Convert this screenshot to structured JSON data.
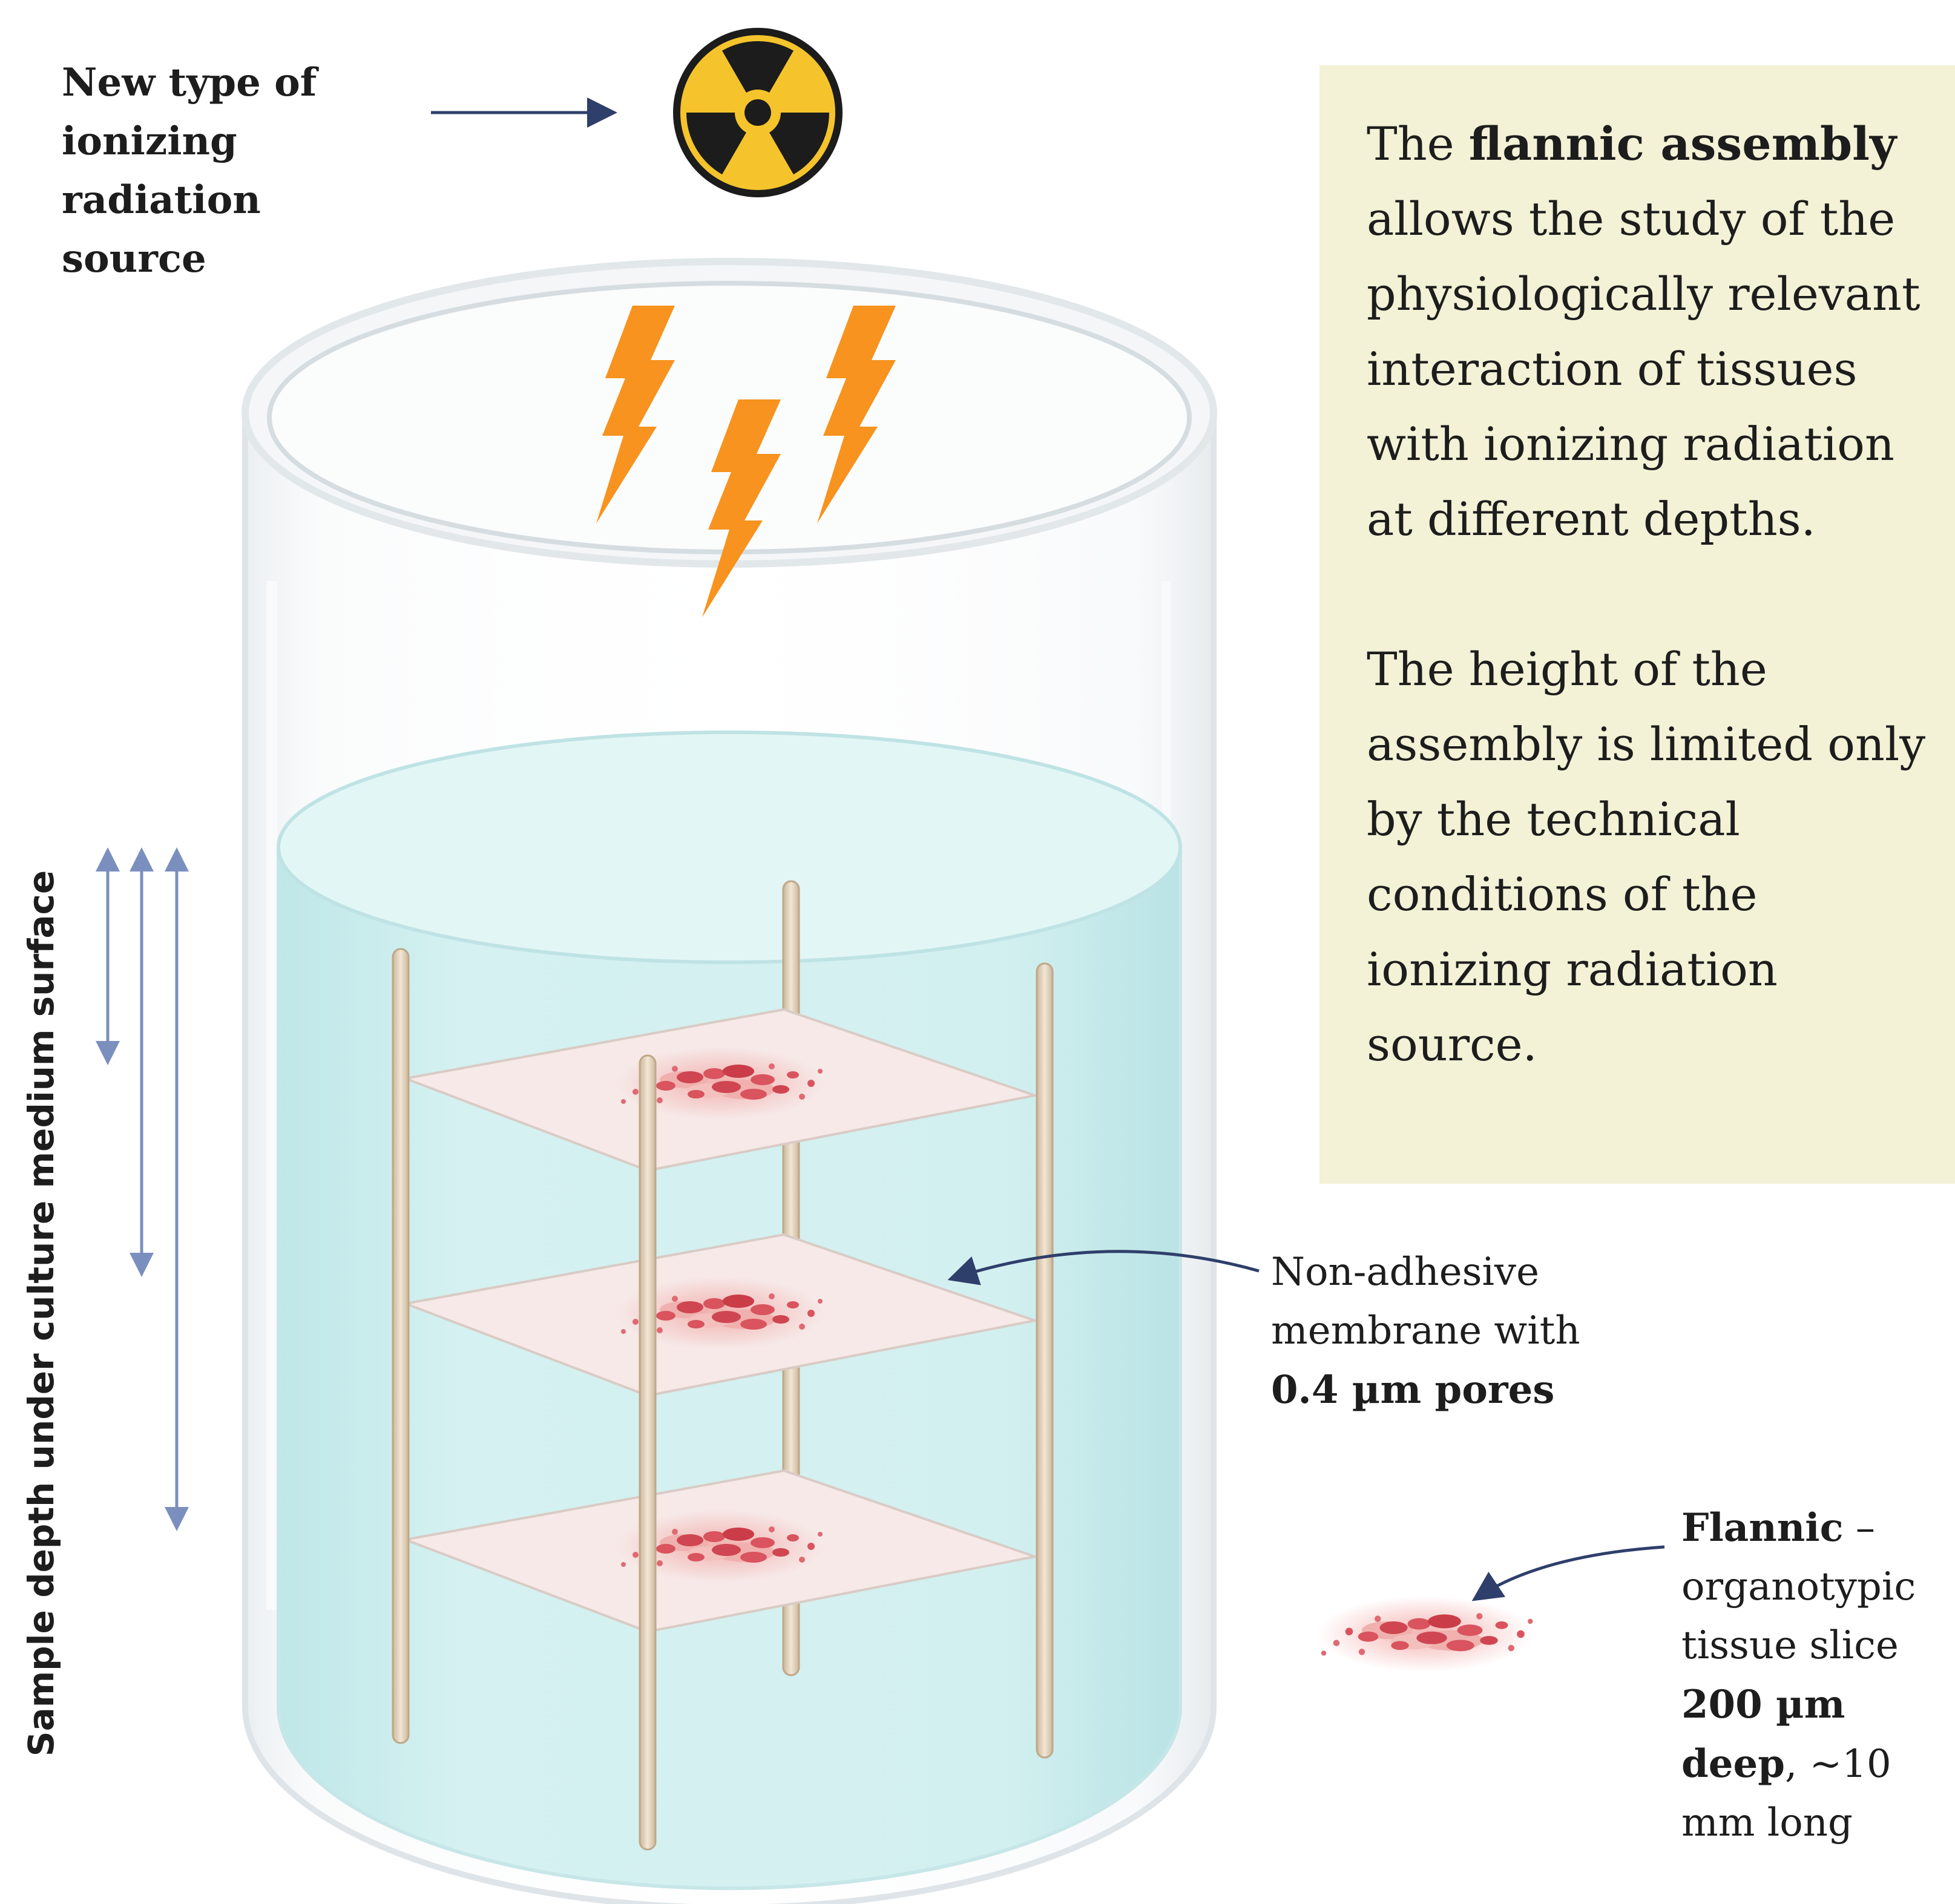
{
  "source": {
    "label_lines": [
      "New type of",
      "ionizing radiation",
      "source"
    ],
    "icon": "radiation-symbol-icon",
    "colors": {
      "symbol_fill": "#f5c42c",
      "symbol_dark": "#1c1c1c"
    }
  },
  "radiation_bolts": {
    "icon": "lightning-bolt-icon",
    "color": "#f7931e",
    "count": 3
  },
  "info_box": {
    "paragraph1": {
      "before": "The ",
      "bold": "flannic assembly",
      "after": " allows the study of the physiologically relevant interaction of tissues with ionizing radiation at different depths."
    },
    "paragraph2": "The height of the assembly is limited only by the technical conditions of the ionizing radiation source.",
    "background": "#f3f1d6"
  },
  "membrane_label": {
    "text": "Non-adhesive membrane with ",
    "bold": "0.4 µm pores"
  },
  "flannic_label": {
    "bold1": "Flannic",
    "text1": " – organotypic tissue slice ",
    "bold2": "200 µm deep",
    "text2": ", ~10 mm long"
  },
  "depth_axis": {
    "label": "Sample depth under culture medium surface",
    "arrow_color": "#7b8fbf",
    "arrow_count": 3
  },
  "container": {
    "medium_color": "#cfeff0",
    "rod_color": "#e8d9c3",
    "membrane_color": "#f6e9e8",
    "tissue_color": "#d9545e",
    "shelf_count": 3
  }
}
